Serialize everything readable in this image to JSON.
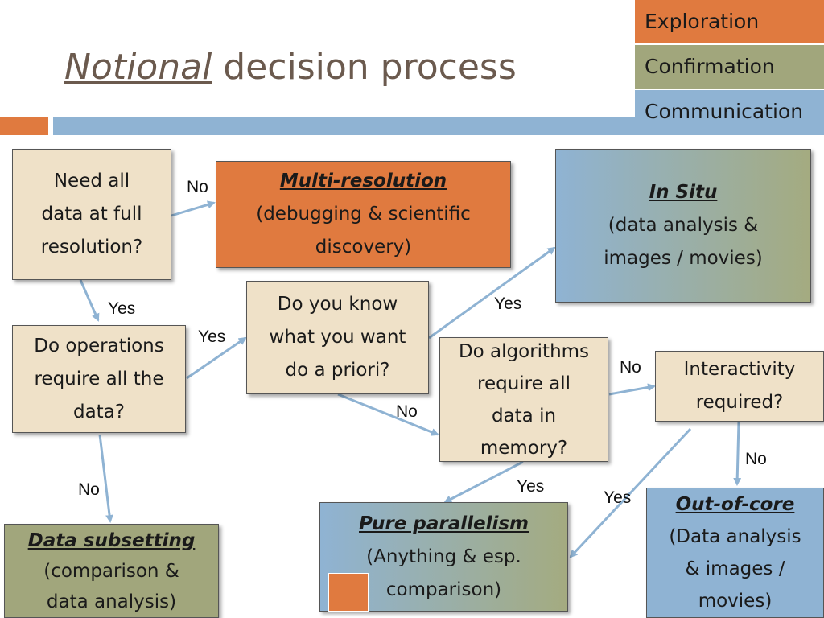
{
  "slide": {
    "title_emph": "Notional",
    "title_rest": " decision process"
  },
  "legend": [
    {
      "label": "Exploration",
      "color": "#e07a3f"
    },
    {
      "label": "Confirmation",
      "color": "#a1a67c"
    },
    {
      "label": "Communication",
      "color": "#8fb3d3"
    }
  ],
  "nodes": {
    "need_full_res": {
      "lines": [
        "Need all",
        "data at full",
        "resolution?"
      ]
    },
    "multi_res": {
      "title": "Multi-resolution",
      "lines": [
        "(debugging & scientific",
        "discovery)"
      ]
    },
    "in_situ": {
      "title": "In Situ",
      "lines": [
        "(data analysis &",
        "images / movies)"
      ]
    },
    "ops_all_data": {
      "lines": [
        "Do operations",
        "require all the",
        "data?"
      ]
    },
    "know_priori": {
      "lines": [
        "Do you know",
        "what you want",
        "do a priori?"
      ]
    },
    "algo_memory": {
      "lines": [
        "Do algorithms",
        "require all",
        "data in",
        "memory?"
      ]
    },
    "interactivity": {
      "lines": [
        "Interactivity",
        "required?"
      ]
    },
    "data_subsetting": {
      "title": "Data subsetting",
      "lines": [
        "(comparison &",
        "data analysis)"
      ]
    },
    "pure_parallel": {
      "title": "Pure parallelism",
      "lines": [
        "(Anything & esp.",
        "comparison)"
      ]
    },
    "out_of_core": {
      "title": "Out-of-core",
      "lines": [
        "(Data analysis",
        "& images /",
        "movies)"
      ]
    }
  },
  "edge_labels": {
    "need_no": "No",
    "need_yes": "Yes",
    "ops_yes": "Yes",
    "ops_no": "No",
    "know_yes": "Yes",
    "know_no": "No",
    "algo_no": "No",
    "algo_yes": "Yes",
    "inter_no": "No",
    "inter_yes": "Yes"
  }
}
